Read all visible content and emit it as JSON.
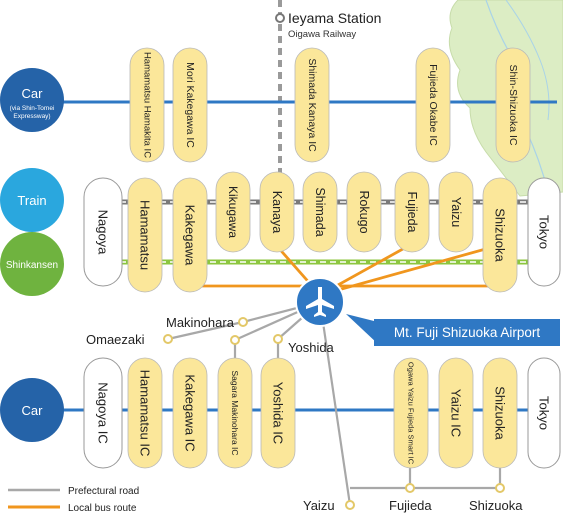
{
  "top_station": {
    "name": "Ieyama Station",
    "line": "Oigawa Railway"
  },
  "mode_labels": {
    "car_top": "Car",
    "car_top_sub1": "(via Shin-Tomei",
    "car_top_sub2": "Expressway)",
    "train": "Train",
    "shinkansen": "Shinkansen",
    "car_bottom": "Car"
  },
  "expressway_ics": [
    "Hamamatsu Hamakita IC",
    "Mori Kakegawa IC",
    "Shimada Kanaya IC",
    "Fujieda Okabe IC",
    "Shin-Shizuoka IC"
  ],
  "train_stations": [
    "Nagoya",
    "Hamamatsu",
    "Kakegawa",
    "Kikugawa",
    "Kanaya",
    "Shimada",
    "Rokugo",
    "Fujieda",
    "Yaizu",
    "Shizuoka",
    "Tokyo"
  ],
  "airport": {
    "name": "Mt. Fuji Shizuoka Airport"
  },
  "bottom_ics": [
    "Nagoya IC",
    "Hamamatsu IC",
    "Kakegawa IC",
    "Sagara Makinohara IC",
    "Yoshida IC",
    "Ogawa Yaizu Fujieda Smart IC",
    "Yaizu IC",
    "Shizuoka",
    "Tokyo"
  ],
  "road_places": {
    "omaezaki": "Omaezaki",
    "makinohara": "Makinohara",
    "yoshida": "Yoshida",
    "yaizu": "Yaizu",
    "fujieda": "Fujieda",
    "shizuoka": "Shizuoka"
  },
  "legend": [
    {
      "label": "Prefectural road",
      "color": "#a8a8a8"
    },
    {
      "label": "Local bus route",
      "color": "#f0961e"
    }
  ],
  "colors": {
    "expressway": "#2f78c4",
    "rail": "#7a7a7a",
    "shinkansen": "#8cc63f",
    "capsule_yellow": "#fbe79a",
    "car_circle": "#2563a8",
    "train_circle": "#2aa7de",
    "shinkansen_circle": "#6fb33f",
    "airport": "#2f78c4"
  }
}
